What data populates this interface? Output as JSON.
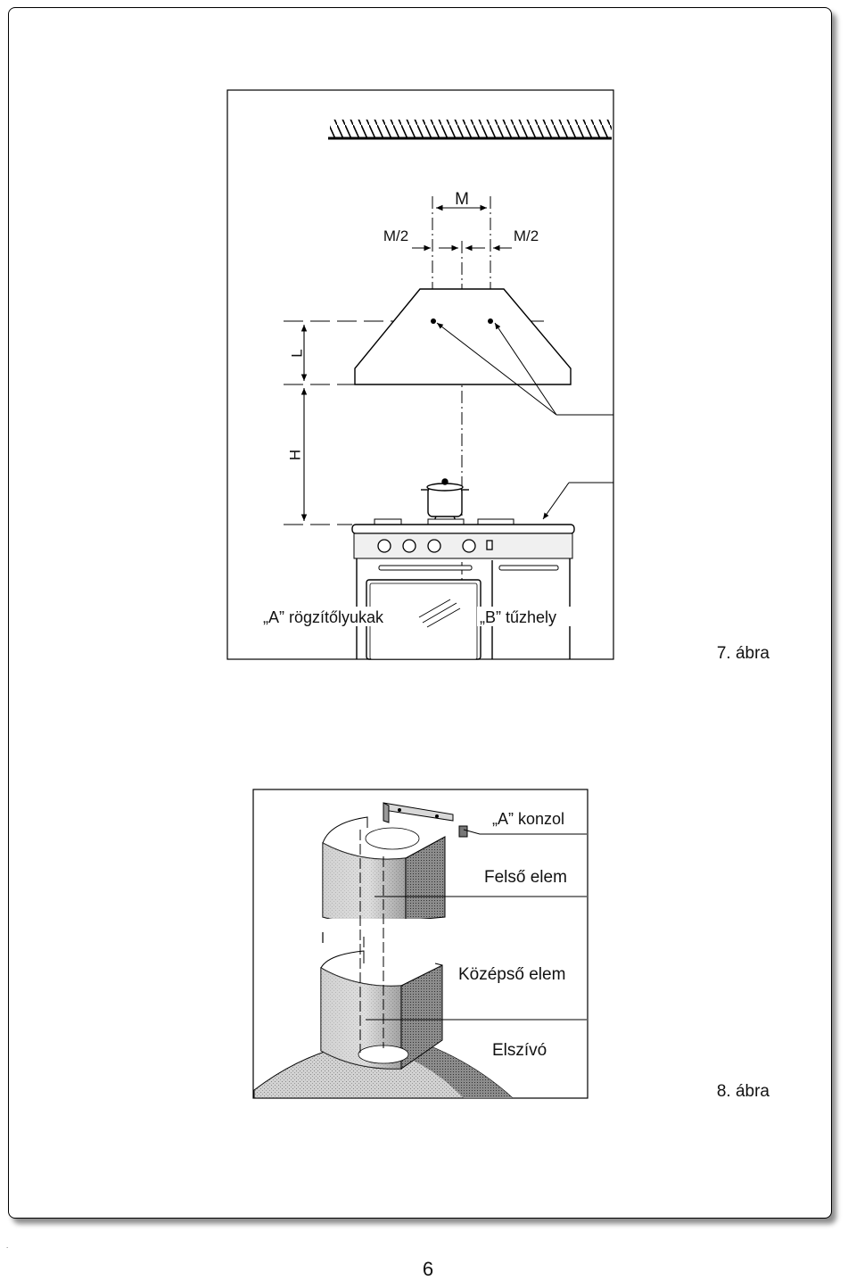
{
  "figure7": {
    "caption": "7. ábra",
    "dim_m": "M",
    "dim_m_half_left": "M/2",
    "dim_m_half_right": "M/2",
    "dim_l": "L",
    "dim_h": "H",
    "label_a": "„A” rögzítőlyukak",
    "label_b": "„B” tűzhely"
  },
  "figure8": {
    "caption": "8. ábra",
    "label_bracket": "„A” konzol",
    "label_upper": "Felső elem",
    "label_middle": "Középső elem",
    "label_hood": "Elszívó"
  },
  "page": {
    "number": "6",
    "mark": "."
  }
}
